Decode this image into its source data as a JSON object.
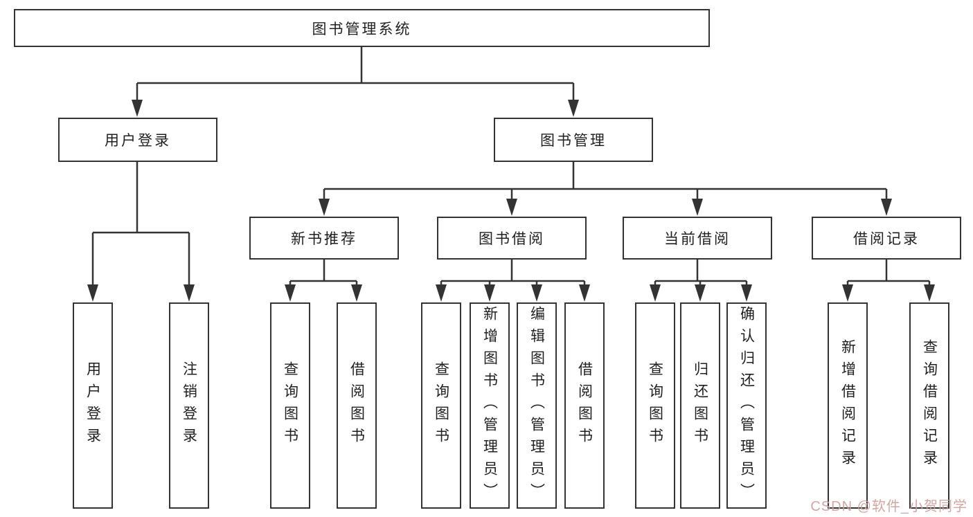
{
  "nodes": {
    "root": "图书管理系统",
    "l2": [
      "用户登录",
      "图书管理"
    ],
    "l3": [
      "新书推荐",
      "图书借阅",
      "当前借阅",
      "借阅记录"
    ],
    "leaves": {
      "user_login": [
        "用户登录",
        "注销登录"
      ],
      "new_books": [
        "查询图书",
        "借阅图书"
      ],
      "book_borrow": [
        "查询图书",
        "新增图书（管理员）",
        "编辑图书（管理员）",
        "借阅图书"
      ],
      "current_borrow": [
        "查询图书",
        "归还图书",
        "确认归还（管理员）"
      ],
      "borrow_records": [
        "新增借阅记录",
        "查询借阅记录"
      ]
    }
  },
  "watermark": {
    "text": "CSDN @软件_小贺同学"
  },
  "colors": {
    "line": "#333333",
    "box_border": "#333333",
    "text": "#1f1f1f",
    "watermark": "#cd9e9a",
    "background": "#ffffff"
  }
}
